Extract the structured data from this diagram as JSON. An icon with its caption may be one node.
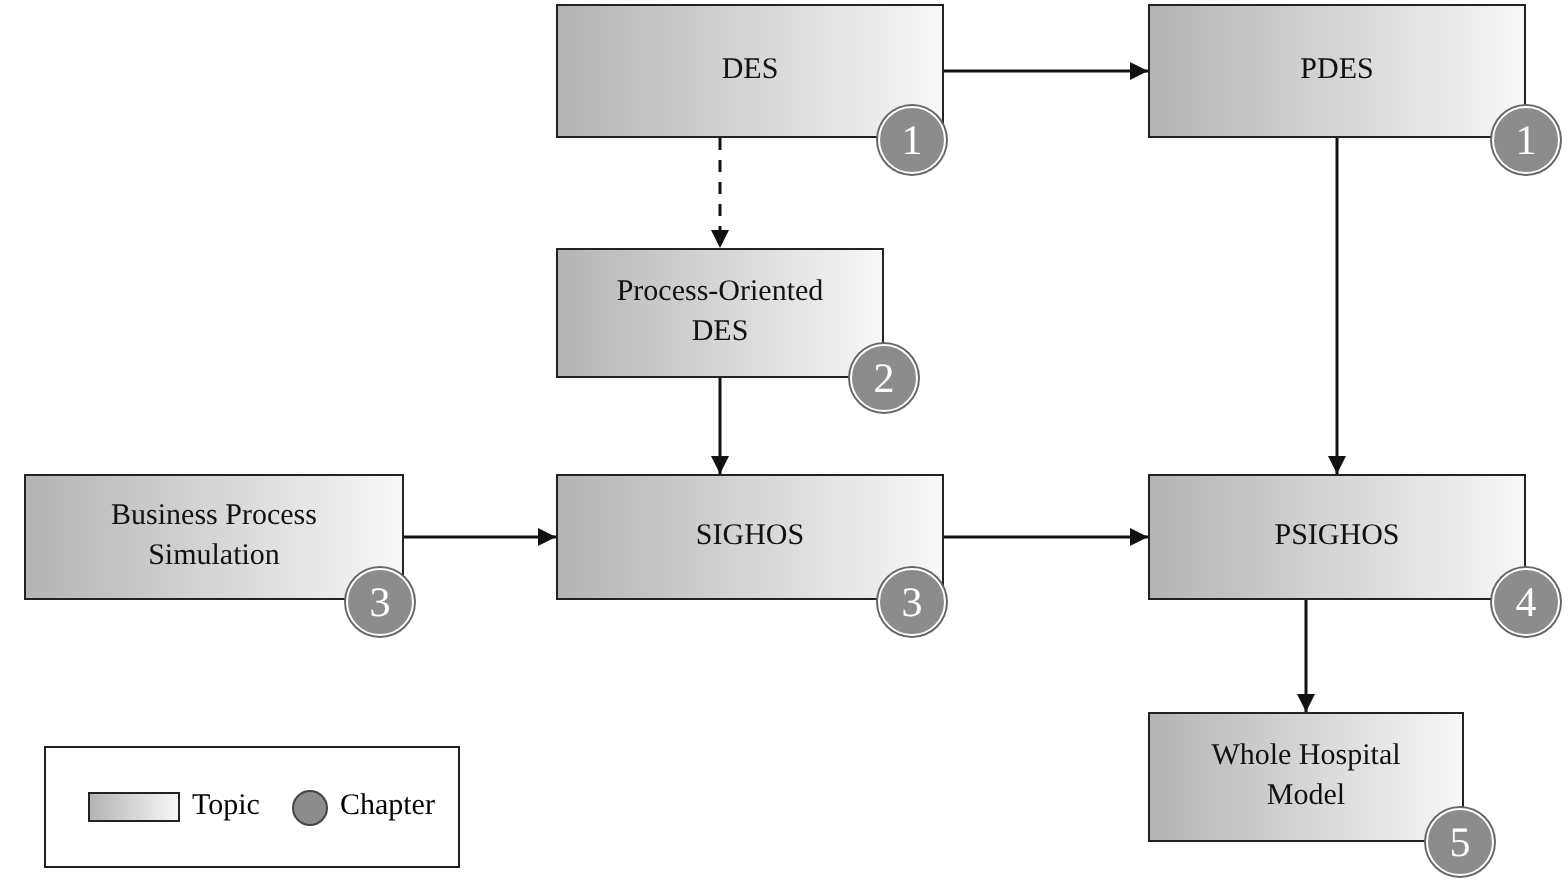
{
  "diagram": {
    "nodes": [
      {
        "text": [
          "DES"
        ]
      },
      {
        "text": [
          "PDES"
        ]
      },
      {
        "text": [
          "Process-Oriented DES"
        ]
      },
      {
        "text": [
          "Business Process Simulation"
        ]
      },
      {
        "text": [
          "SIGHOS"
        ]
      },
      {
        "text": [
          "PSIGHOS"
        ]
      },
      {
        "text": [
          "Whole Hospital Model"
        ]
      },
      {
        "text": [
          "1"
        ]
      },
      {
        "text": [
          "1"
        ]
      },
      {
        "text": [
          "2"
        ]
      },
      {
        "text": [
          "3"
        ]
      },
      {
        "text": [
          "3"
        ]
      },
      {
        "text": [
          "4"
        ]
      },
      {
        "text": [
          "5"
        ]
      }
    ],
    "edges": [
      {
        "from": 0,
        "to": 1,
        "arrow": "to"
      },
      {
        "from": 0,
        "to": 2,
        "arrow": "to",
        "style": "dashed"
      },
      {
        "from": 2,
        "to": 4,
        "arrow": "to"
      },
      {
        "from": 3,
        "to": 4,
        "arrow": "to"
      },
      {
        "from": 4,
        "to": 5,
        "arrow": "to"
      },
      {
        "from": 1,
        "to": 5,
        "arrow": "to"
      },
      {
        "from": 5,
        "to": 6,
        "arrow": "to"
      }
    ],
    "legend": [
      {
        "text": "Topic"
      },
      {
        "text": "Chapter"
      }
    ]
  }
}
